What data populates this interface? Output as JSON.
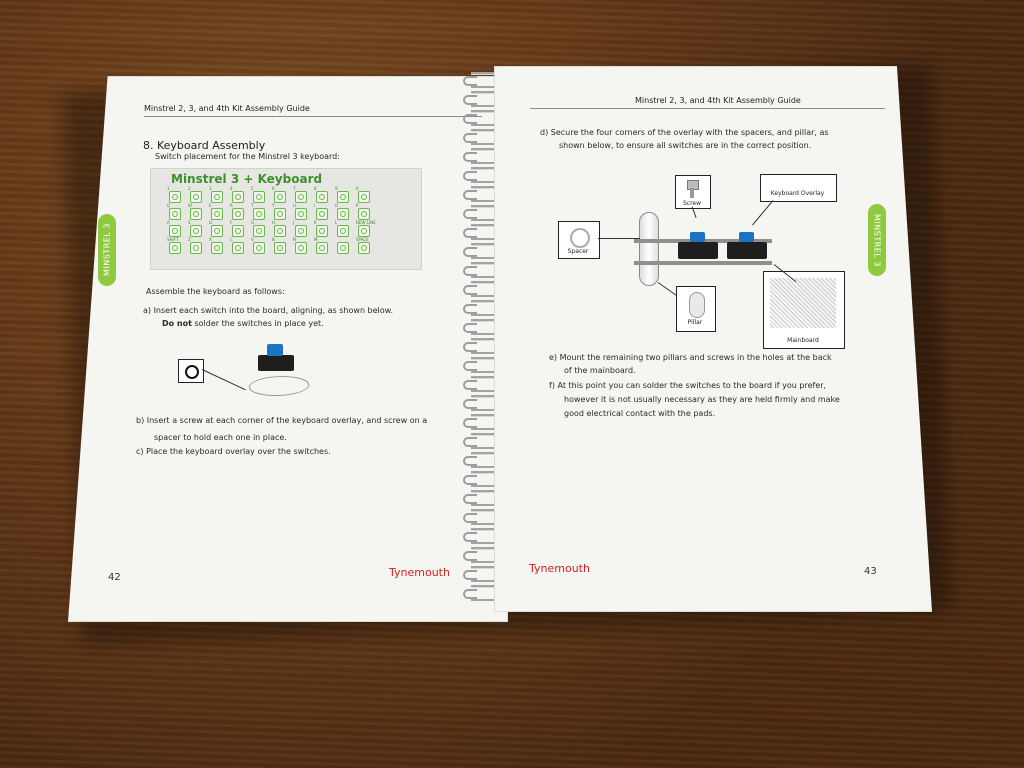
{
  "left_page": {
    "header": "Minstrel 2, 3, and 4th Kit Assembly Guide",
    "section_title": "8.  Keyboard Assembly",
    "subtitle": "Switch placement for the Minstrel 3 keyboard:",
    "keyboard_title": "Minstrel 3 + Keyboard",
    "side_tab": "MINSTREL 3",
    "assemble_intro": "Assemble the keyboard as follows:",
    "step_a_1": "a)   Insert each switch into the board, aligning, as shown below.",
    "step_a_2_bold": "Do not",
    "step_a_2_rest": " solder the switches in place yet.",
    "step_b_1": "b)   Insert a screw at each corner of the keyboard overlay, and screw on a",
    "step_b_2": "spacer to hold each one in place.",
    "step_c": "c)   Place the keyboard overlay over the switches.",
    "brand": "Tynemouth",
    "page_number": "42",
    "keyboard_rows": [
      [
        "1",
        "2",
        "3",
        "4",
        "5",
        "6",
        "7",
        "8",
        "9",
        "0"
      ],
      [
        "Q",
        "W",
        "E",
        "R",
        "T",
        "Y",
        "U",
        "I",
        "O",
        "P"
      ],
      [
        "A",
        "S",
        "D",
        "F",
        "G",
        "H",
        "J",
        "K",
        "L",
        "NEW LINE"
      ],
      [
        "SHIFT",
        "Z",
        "X",
        "C",
        "V",
        "B",
        "N",
        "M",
        ".",
        "SPACE"
      ]
    ]
  },
  "right_page": {
    "header": "Minstrel 2, 3, and 4th Kit Assembly Guide",
    "side_tab": "MINSTREL 3",
    "step_d_1": "d)   Secure the four corners of the overlay with the spacers, and pillar, as",
    "step_d_2": "shown below, to ensure all switches are in the correct position.",
    "labels": {
      "screw": "Screw",
      "overlay": "Keyboard Overlay",
      "spacer": "Spacer",
      "pillar": "Pillar",
      "mainboard": "Mainboard"
    },
    "step_e_1": "e)   Mount the remaining two pillars and screws in the holes at the back",
    "step_e_2": "of the mainboard.",
    "step_f_1": "f)    At this point you can solder the switches to the board if you prefer,",
    "step_f_2": "however it is not usually necessary as they are held firmly and make",
    "step_f_3": "good electrical contact with the pads.",
    "brand": "Tynemouth",
    "page_number": "43"
  }
}
